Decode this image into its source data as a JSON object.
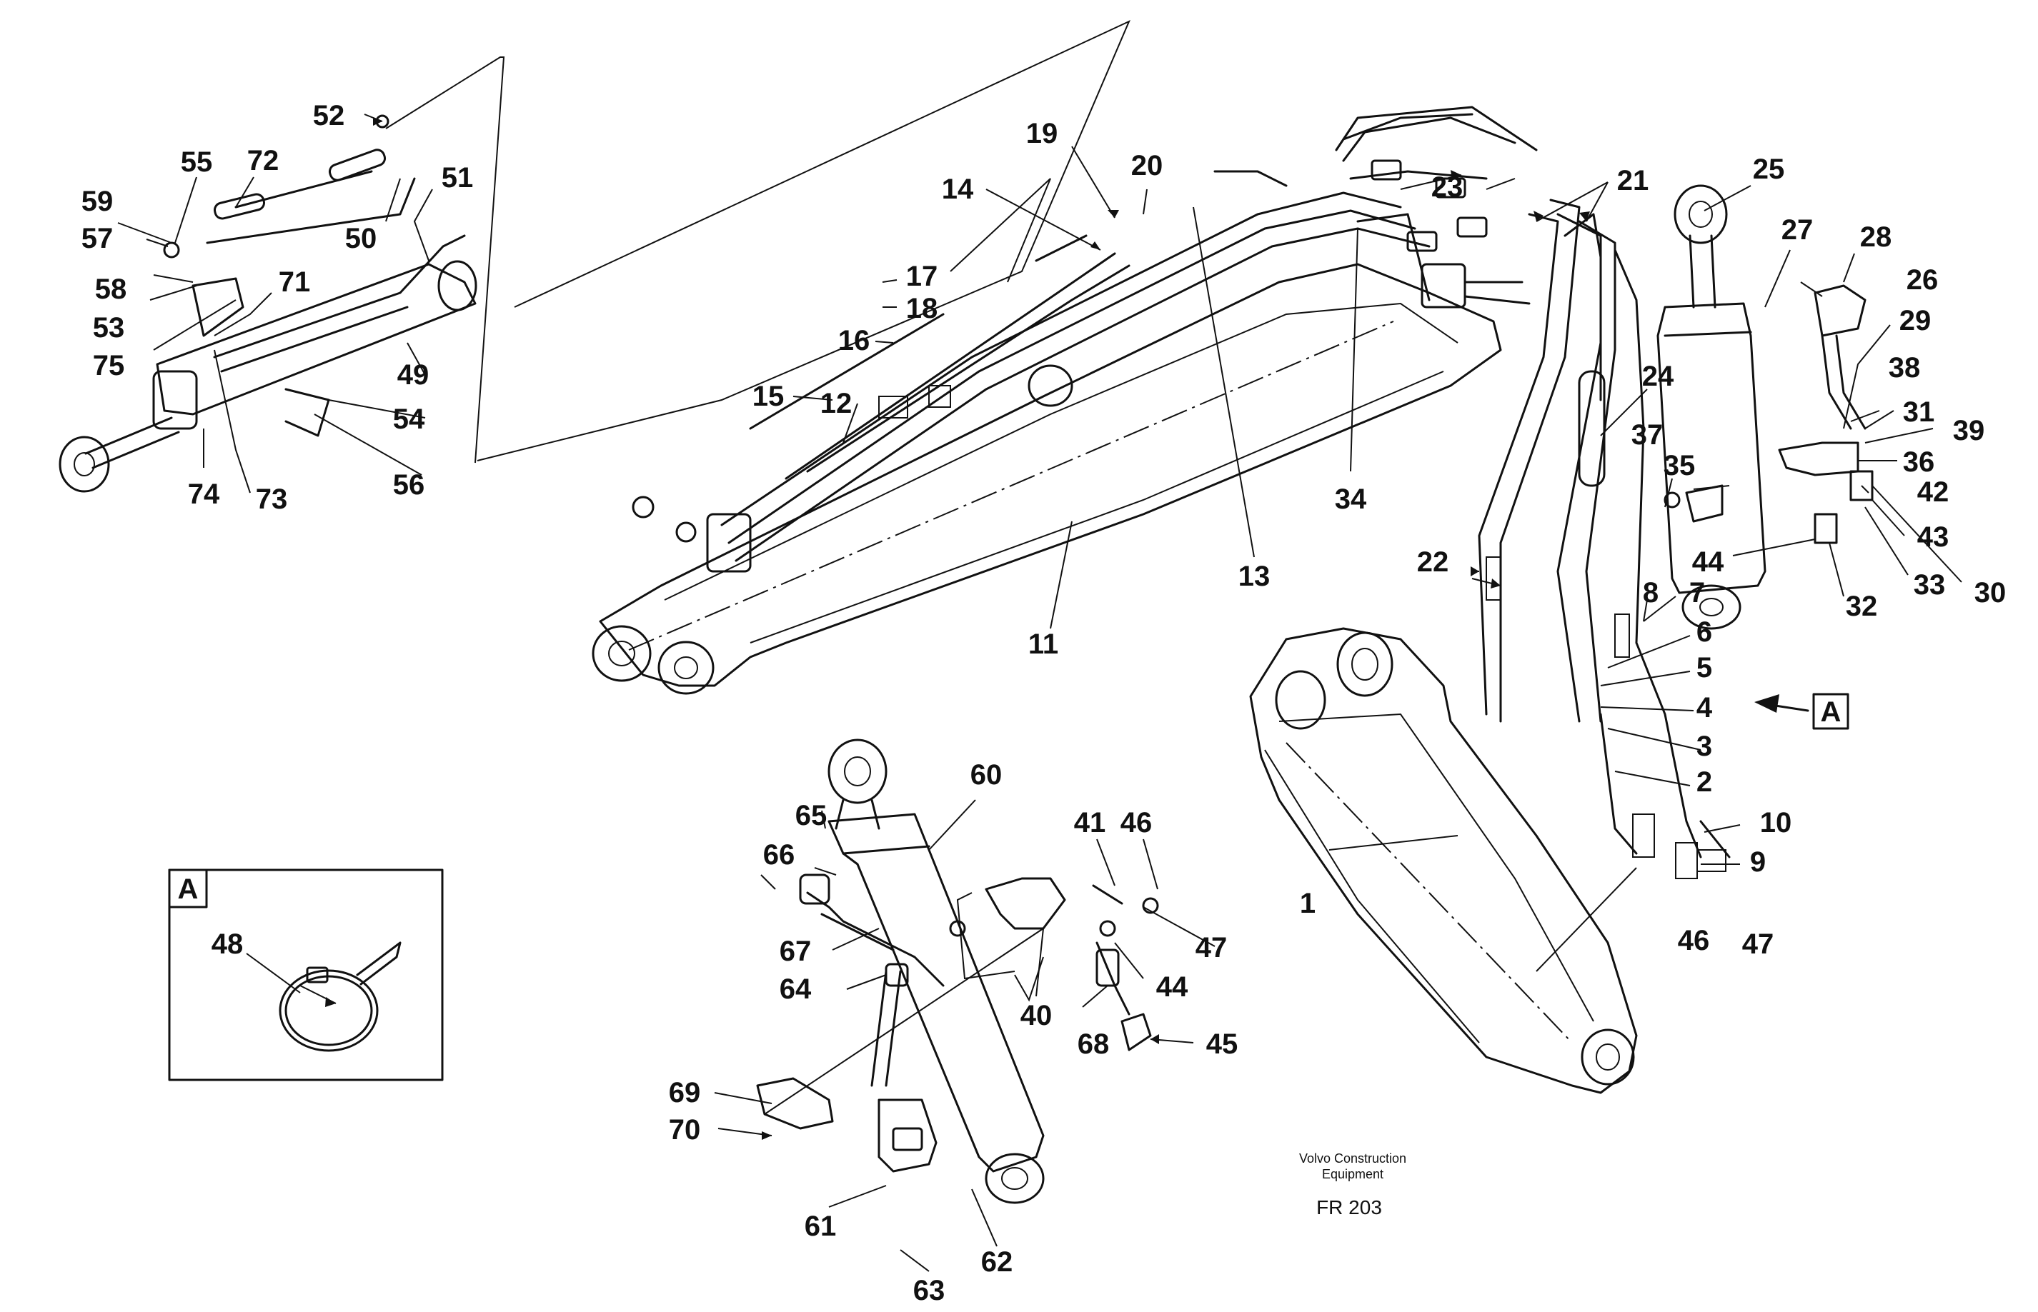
{
  "callouts": [
    "1",
    "2",
    "3",
    "4",
    "5",
    "6",
    "7",
    "8",
    "9",
    "10",
    "11",
    "12",
    "13",
    "14",
    "15",
    "16",
    "17",
    "18",
    "19",
    "20",
    "21",
    "22",
    "23",
    "24",
    "25",
    "26",
    "27",
    "28",
    "29",
    "30",
    "31",
    "32",
    "33",
    "34",
    "35",
    "36",
    "37",
    "38",
    "39",
    "40",
    "41",
    "42",
    "43",
    "44",
    "44",
    "45",
    "46",
    "46",
    "47",
    "47",
    "48",
    "49",
    "50",
    "51",
    "52",
    "53",
    "54",
    "55",
    "56",
    "57",
    "58",
    "59",
    "60",
    "61",
    "62",
    "63",
    "64",
    "65",
    "66",
    "67",
    "68",
    "69",
    "70",
    "71",
    "72",
    "73",
    "74",
    "75"
  ],
  "view_marker": {
    "label": "A"
  },
  "detail_box": {
    "label": "A",
    "item": "48"
  },
  "credit": {
    "line1": "Volvo Construction",
    "line2": "Equipment"
  },
  "reference": "FR 203"
}
